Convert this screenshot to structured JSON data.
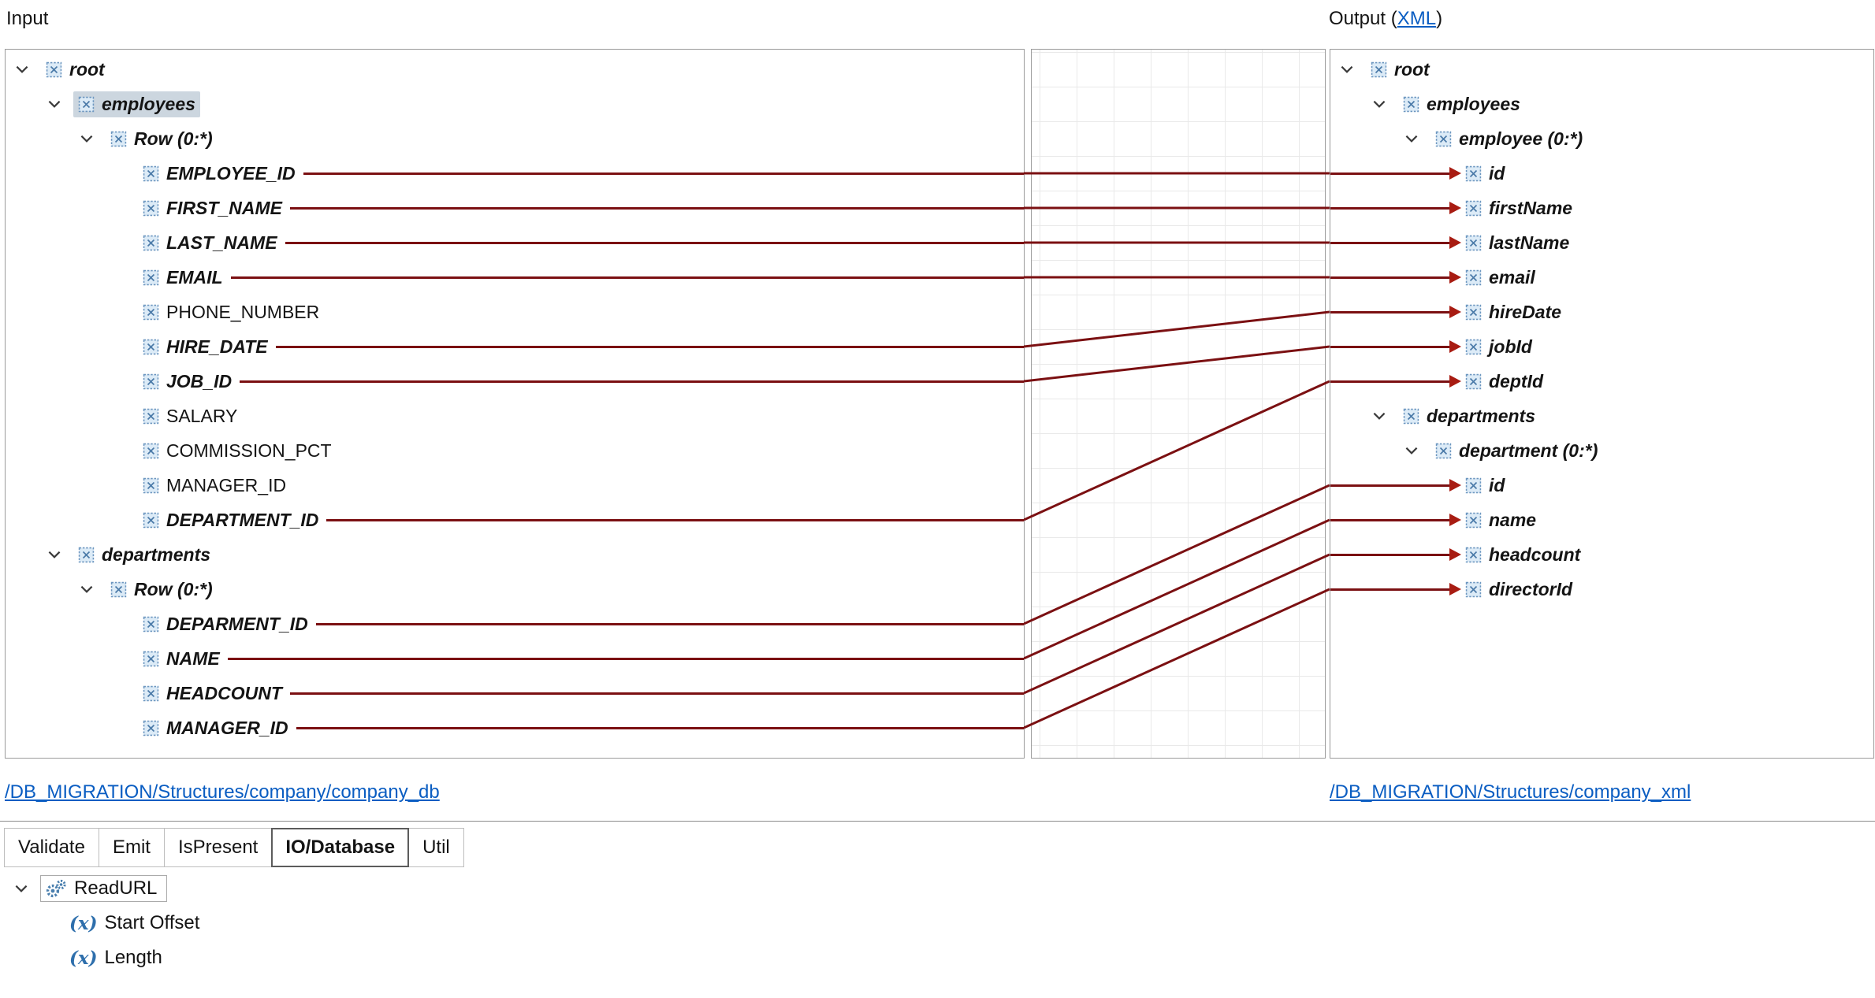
{
  "colors": {
    "mapping_line": "#7b1012",
    "mapping_arrow": "#a81c12",
    "link": "#0a5dc2",
    "selection": "#ccd6df"
  },
  "header": {
    "input_label": "Input",
    "output_prefix": "Output (",
    "output_link_label": "XML",
    "output_suffix": ")"
  },
  "left_tree": {
    "rows": [
      {
        "label": "root",
        "level": 0,
        "expanded": true,
        "bold": true
      },
      {
        "label": "employees",
        "level": 1,
        "expanded": true,
        "bold": true,
        "selected": true
      },
      {
        "label": "Row (0:*)",
        "level": 2,
        "expanded": true,
        "bold": true
      },
      {
        "label": "EMPLOYEE_ID",
        "level": 3,
        "bold": true,
        "line": true
      },
      {
        "label": "FIRST_NAME",
        "level": 3,
        "bold": true,
        "line": true
      },
      {
        "label": "LAST_NAME",
        "level": 3,
        "bold": true,
        "line": true
      },
      {
        "label": "EMAIL",
        "level": 3,
        "bold": true,
        "line": true
      },
      {
        "label": "PHONE_NUMBER",
        "level": 3,
        "bold": false
      },
      {
        "label": "HIRE_DATE",
        "level": 3,
        "bold": true,
        "line": true
      },
      {
        "label": "JOB_ID",
        "level": 3,
        "bold": true,
        "line": true
      },
      {
        "label": "SALARY",
        "level": 3,
        "bold": false
      },
      {
        "label": "COMMISSION_PCT",
        "level": 3,
        "bold": false
      },
      {
        "label": "MANAGER_ID",
        "level": 3,
        "bold": false
      },
      {
        "label": "DEPARTMENT_ID",
        "level": 3,
        "bold": true,
        "line": true
      },
      {
        "label": "departments",
        "level": 1,
        "expanded": true,
        "bold": true
      },
      {
        "label": "Row (0:*)",
        "level": 2,
        "expanded": true,
        "bold": true
      },
      {
        "label": "DEPARMENT_ID",
        "level": 3,
        "bold": true,
        "line": true
      },
      {
        "label": "NAME",
        "level": 3,
        "bold": true,
        "line": true
      },
      {
        "label": "HEADCOUNT",
        "level": 3,
        "bold": true,
        "line": true
      },
      {
        "label": "MANAGER_ID",
        "level": 3,
        "bold": true,
        "line": true
      }
    ]
  },
  "right_tree": {
    "rows": [
      {
        "label": "root",
        "level": 0,
        "expanded": true,
        "bold": true
      },
      {
        "label": "employees",
        "level": 1,
        "expanded": true,
        "bold": true
      },
      {
        "label": "employee (0:*)",
        "level": 2,
        "expanded": true,
        "bold": true
      },
      {
        "label": "id",
        "level": 3,
        "bold": true,
        "arrow": true
      },
      {
        "label": "firstName",
        "level": 3,
        "bold": true,
        "arrow": true
      },
      {
        "label": "lastName",
        "level": 3,
        "bold": true,
        "arrow": true
      },
      {
        "label": "email",
        "level": 3,
        "bold": true,
        "arrow": true
      },
      {
        "label": "hireDate",
        "level": 3,
        "bold": true,
        "arrow": true
      },
      {
        "label": "jobId",
        "level": 3,
        "bold": true,
        "arrow": true
      },
      {
        "label": "deptId",
        "level": 3,
        "bold": true,
        "arrow": true
      },
      {
        "label": "departments",
        "level": 1,
        "expanded": true,
        "bold": true
      },
      {
        "label": "department (0:*)",
        "level": 2,
        "expanded": true,
        "bold": true
      },
      {
        "label": "id",
        "level": 3,
        "bold": true,
        "arrow": true
      },
      {
        "label": "name",
        "level": 3,
        "bold": true,
        "arrow": true
      },
      {
        "label": "headcount",
        "level": 3,
        "bold": true,
        "arrow": true
      },
      {
        "label": "directorId",
        "level": 3,
        "bold": true,
        "arrow": true
      }
    ]
  },
  "mappings": [
    {
      "from": 3,
      "to": 3
    },
    {
      "from": 4,
      "to": 4
    },
    {
      "from": 5,
      "to": 5
    },
    {
      "from": 6,
      "to": 6
    },
    {
      "from": 8,
      "to": 7
    },
    {
      "from": 9,
      "to": 8
    },
    {
      "from": 13,
      "to": 9
    },
    {
      "from": 16,
      "to": 12
    },
    {
      "from": 17,
      "to": 13
    },
    {
      "from": 18,
      "to": 14
    },
    {
      "from": 19,
      "to": 15
    }
  ],
  "footer": {
    "input_path": "/DB_MIGRATION/Structures/company/company_db",
    "output_path": "/DB_MIGRATION/Structures/company_xml"
  },
  "tabs": [
    {
      "label": "Validate",
      "active": false
    },
    {
      "label": "Emit",
      "active": false
    },
    {
      "label": "IsPresent",
      "active": false
    },
    {
      "label": "IO/Database",
      "active": true
    },
    {
      "label": "Util",
      "active": false
    }
  ],
  "functions": {
    "root_label": "ReadURL",
    "fx_glyph": "(x)",
    "params": [
      "Start Offset",
      "Length"
    ]
  }
}
